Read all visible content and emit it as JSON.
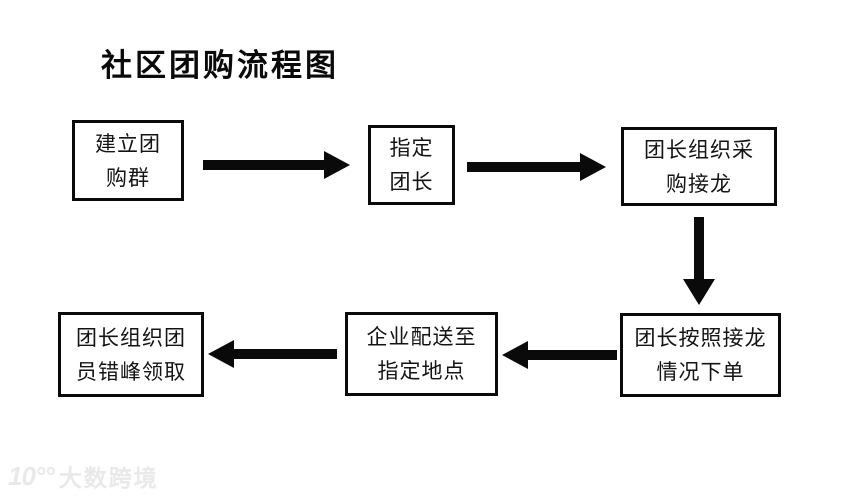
{
  "title": "社区团购流程图",
  "flowchart": {
    "boxes": [
      {
        "id": "create-group",
        "line1": "建立团",
        "line2": "购群"
      },
      {
        "id": "appoint-leader",
        "line1": "指定",
        "line2": "团长"
      },
      {
        "id": "organize-jielong",
        "line1": "团长组织采",
        "line2": "购接龙"
      },
      {
        "id": "place-order",
        "line1": "团长按照接龙",
        "line2": "情况下单"
      },
      {
        "id": "company-delivery",
        "line1": "企业配送至",
        "line2": "指定地点"
      },
      {
        "id": "staggered-pickup",
        "line1": "团长组织团",
        "line2": "员错峰领取"
      }
    ],
    "arrow_color": "#0a0a0a"
  },
  "watermark": {
    "logo": "10°°",
    "text": "大数跨境",
    "color": "#e9e9e9"
  }
}
